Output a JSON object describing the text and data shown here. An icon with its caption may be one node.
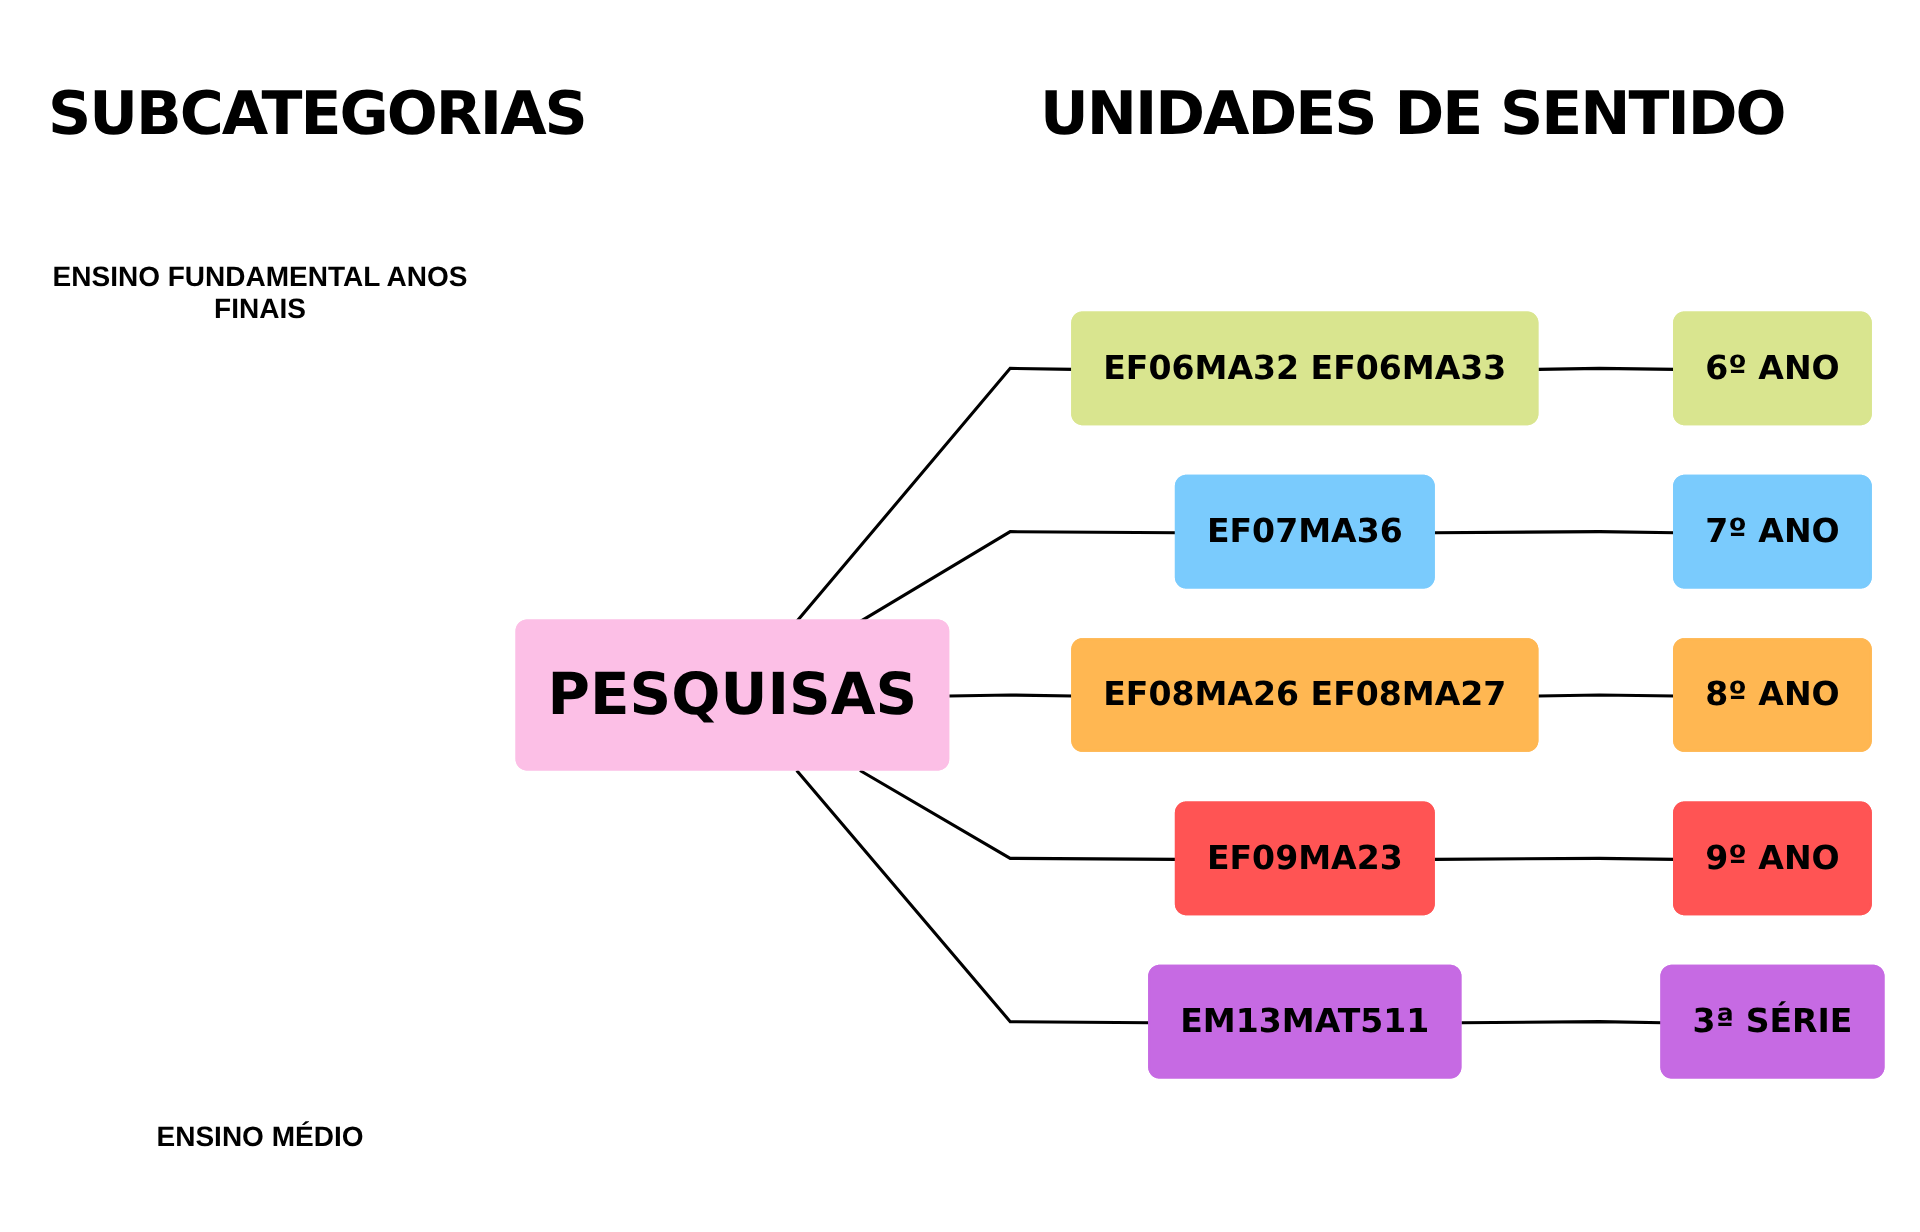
{
  "diagram": {
    "nodes": [
      {
        "text": [
          "PESQUISAS"
        ]
      },
      {
        "text": [
          "EF06MA32 EF06MA33"
        ]
      },
      {
        "text": [
          "6º ANO"
        ]
      },
      {
        "text": [
          "EF07MA36"
        ]
      },
      {
        "text": [
          "7º ANO"
        ]
      },
      {
        "text": [
          "EF08MA26 EF08MA27"
        ]
      },
      {
        "text": [
          "8º ANO"
        ]
      },
      {
        "text": [
          "EF09MA23"
        ]
      },
      {
        "text": [
          "9º ANO"
        ]
      },
      {
        "text": [
          "EM13MAT511"
        ]
      },
      {
        "text": [
          "3ª SÉRIE"
        ]
      }
    ],
    "edges": [
      {
        "from": 0,
        "to": 1,
        "arrow": "none"
      },
      {
        "from": 0,
        "to": 3,
        "arrow": "none"
      },
      {
        "from": 0,
        "to": 5,
        "arrow": "none"
      },
      {
        "from": 0,
        "to": 7,
        "arrow": "none"
      },
      {
        "from": 0,
        "to": 9,
        "arrow": "none"
      },
      {
        "from": 1,
        "to": 2,
        "arrow": "none"
      },
      {
        "from": 3,
        "to": 4,
        "arrow": "none"
      },
      {
        "from": 5,
        "to": 6,
        "arrow": "none"
      },
      {
        "from": 7,
        "to": 8,
        "arrow": "none"
      },
      {
        "from": 9,
        "to": 10,
        "arrow": "none"
      }
    ],
    "labels": [
      "SUBCATEGORIAS",
      "UNIDADES DE SENTIDO",
      "ENSINO FUNDAMENTAL ANOS FINAIS",
      "ENSINO MÉDIO"
    ]
  }
}
